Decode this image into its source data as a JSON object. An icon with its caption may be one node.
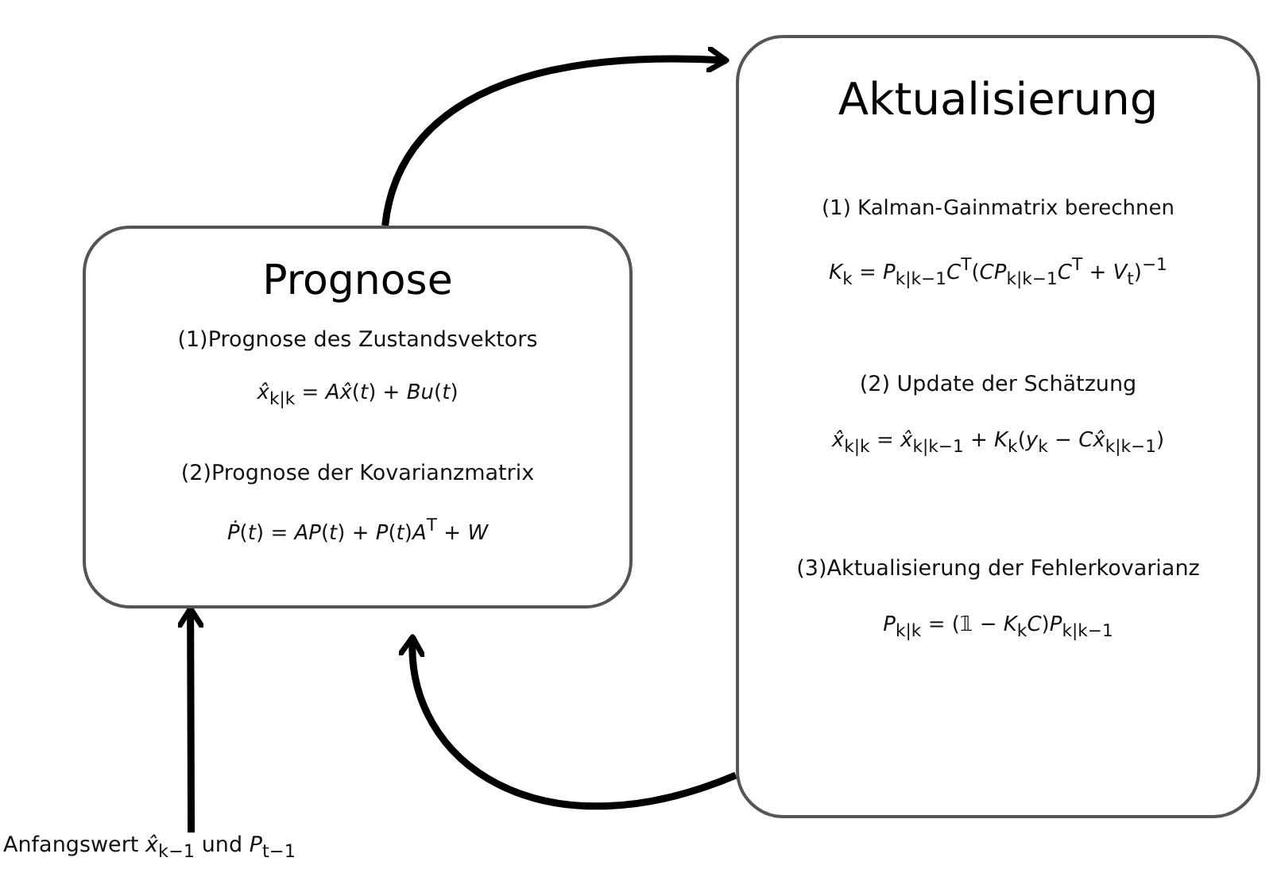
{
  "diagram": {
    "nodes": [
      {
        "text": [
          "Prognose",
          "(1)Prognose des Zustandsvektors",
          "*x̂*$_{k|k}$ = *Ax̂*(*t*) + *Bu*(*t*)",
          "(2)Prognose der Kovarianzmatrix",
          "*Ṗ*(*t*) = *AP*(*t*) + *P*(*t*)*A*$^{T}$ + *W*"
        ]
      },
      {
        "text": [
          "Aktualisierung",
          "(1) Kalman-Gainmatrix berechnen",
          "*K*$_{k}$ = *P*$_{k|k−1}$*C*$^{T}$(*CP*$_{k|k−1}$*C*$^{T}$ + *V*$_{t}$)$^{−1}$",
          "(2) Update der Schätzung",
          "*x̂*$_{k|k}$ = *x̂*$_{k|k−1}$ + *K*$_{k}$(*y*$_{k}$ − *Cx̂*$_{k|k−1}$)",
          "(3)Aktualisierung der Fehlerkovarianz",
          "*P*$_{k|k}$ = (𝟙 − *K*$_{k}$*C*)*P*$_{k|k−1}$"
        ]
      },
      {
        "text": [
          "Anfangswert *x̂*$_{k−1}$ und *P*$_{t−1}$"
        ]
      }
    ],
    "edges": [
      {
        "from": 0,
        "to": 1,
        "arrow": "to"
      },
      {
        "from": 1,
        "to": 0,
        "arrow": "to"
      },
      {
        "from": 2,
        "to": 0,
        "arrow": "to"
      }
    ]
  }
}
